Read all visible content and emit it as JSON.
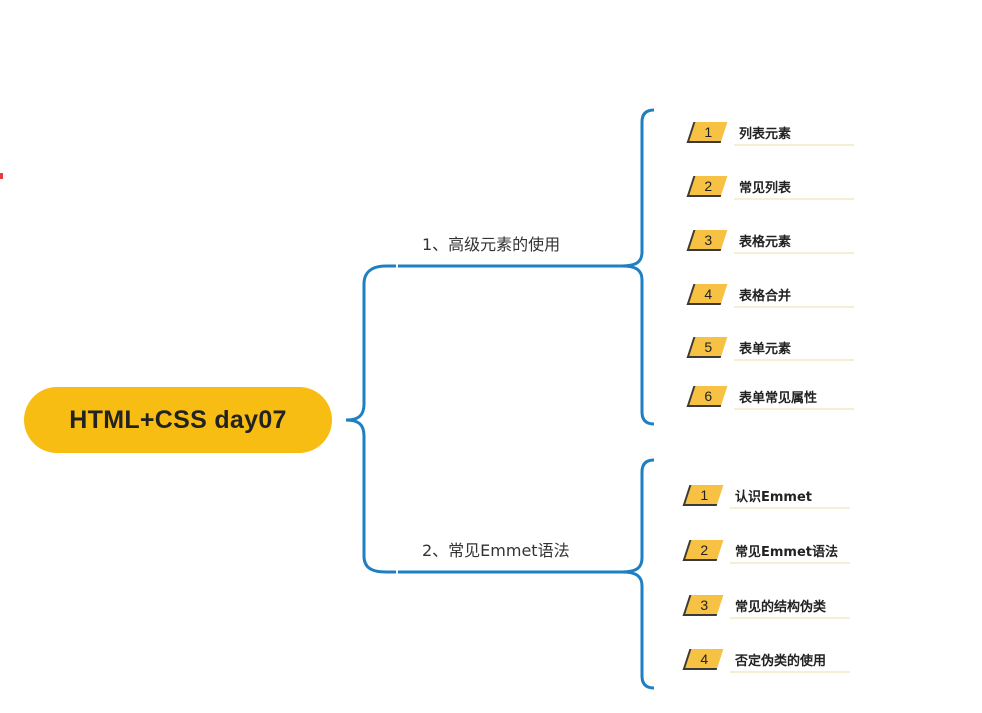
{
  "root": {
    "title": "HTML+CSS day07"
  },
  "branches": [
    {
      "label": "1、高级元素的使用",
      "items": [
        {
          "num": "1",
          "text": "列表元素"
        },
        {
          "num": "2",
          "text": "常见列表"
        },
        {
          "num": "3",
          "text": "表格元素"
        },
        {
          "num": "4",
          "text": "表格合并"
        },
        {
          "num": "5",
          "text": "表单元素"
        },
        {
          "num": "6",
          "text": "表单常见属性"
        }
      ]
    },
    {
      "label": "2、常见Emmet语法",
      "items": [
        {
          "num": "1",
          "text": "认识Emmet"
        },
        {
          "num": "2",
          "text": "常见Emmet语法"
        },
        {
          "num": "3",
          "text": "常见的结构伪类"
        },
        {
          "num": "4",
          "text": "否定伪类的使用"
        }
      ]
    }
  ],
  "colors": {
    "connector": "#1e7fc3",
    "root_fill": "#f7bd13",
    "badge_fill": "#f7c243"
  }
}
